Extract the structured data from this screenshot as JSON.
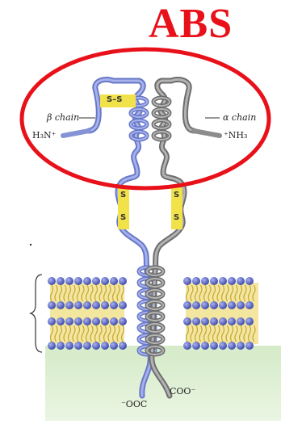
{
  "annotation": {
    "title": "ABS",
    "color": "#e8111a"
  },
  "labels": {
    "beta_chain": "β chain",
    "alpha_chain": "α chain",
    "amino_left": "H₃N⁺",
    "amino_right": "⁺NH₃",
    "carboxyl_left": "⁻OOC",
    "carboxyl_right": "COO⁻",
    "disulfide_top": "S–S",
    "disulfide_s": "S"
  },
  "colors": {
    "beta_chain": "#8593d6",
    "alpha_chain": "#8c8c8c",
    "disulfide": "#f2e24a",
    "lipid_head": "#5a66c8",
    "lipid_tail": "#e8d254",
    "cytoplasm": "#cfe8c3"
  }
}
